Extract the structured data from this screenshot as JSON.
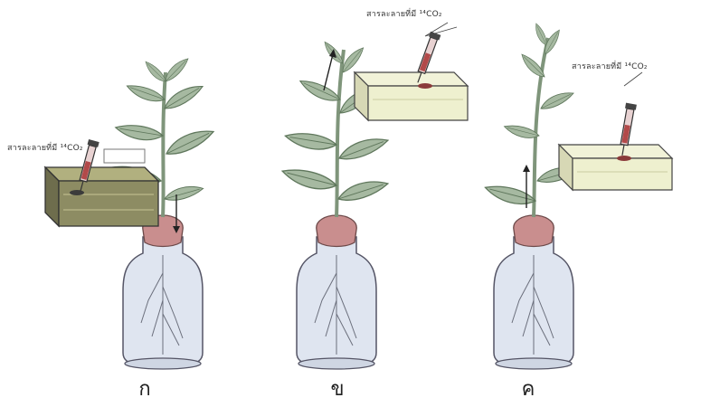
{
  "panels": [
    {
      "id": "a",
      "label": "ก",
      "syringe_label": "สารละลายที่มี ¹⁴CO₂"
    },
    {
      "id": "b",
      "label": "ข",
      "syringe_label": "สารละลายที่มี ¹⁴CO₂"
    },
    {
      "id": "c",
      "label": "ค",
      "syringe_label": "สารละลายที่มี ¹⁴CO₂"
    }
  ],
  "colors": {
    "leaf": "#9fb39b",
    "leaf_dark": "#6f8a6e",
    "stem": "#8a9f86",
    "bottle": "#d7deea",
    "stopper": "#c98e8e",
    "box_a": "#8b8a63",
    "box_light": "#eef0cf",
    "syringe": "#b24a4a"
  }
}
